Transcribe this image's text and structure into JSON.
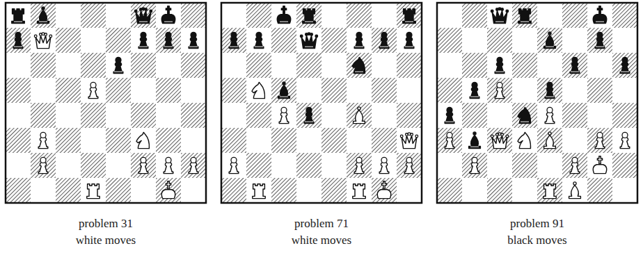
{
  "diagram": {
    "labels": [
      "problem 31",
      "white moves",
      "problem 71",
      "white moves",
      "problem 91",
      "black moves"
    ]
  }
}
